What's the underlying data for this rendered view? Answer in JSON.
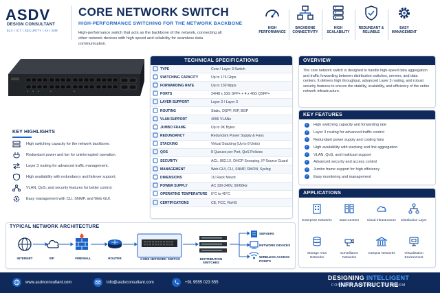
{
  "brand": {
    "logo": "ASDV",
    "name": "DESIGN CONSULTANT",
    "tagline": "ELV | ICT | SECURITY | AV | BIM"
  },
  "header": {
    "title": "CORE NETWORK SWITCH",
    "subtitle": "HIGH-PERFORMANCE SWITCHING FOR THE NETWORK BACKBONE",
    "intro": "High-performance switch that acts as the backbone of the network, connecting all other network devices with high speed and reliability for seamless data communication.",
    "features": [
      {
        "icon": "speedometer-icon",
        "label": "HIGH PERFORMANCE"
      },
      {
        "icon": "network-nodes-icon",
        "label": "BACKBONE CONNECTIVITY"
      },
      {
        "icon": "server-stack-icon",
        "label": "HIGH SCALABILITY"
      },
      {
        "icon": "shield-check-icon",
        "label": "REDUNDANT & RELIABLE"
      },
      {
        "icon": "gear-icon",
        "label": "EASY MANAGEMENT"
      }
    ]
  },
  "key_highlights": {
    "title": "KEY HIGHLIGHTS",
    "items": [
      "High switching capacity for the network backbone.",
      "Redundant power and fan for uninterrupted operation.",
      "Layer 3 routing for advanced traffic management.",
      "High availability with redundancy and failover support.",
      "VLAN, QoS, and security features for better control.",
      "Easy management with CLI, SNMP, and Web GUI."
    ]
  },
  "specs": {
    "title": "TECHNICAL SPECIFICATIONS",
    "rows": [
      {
        "k": "TYPE",
        "v": "Core / Layer 3 Switch"
      },
      {
        "k": "SWITCHING CAPACITY",
        "v": "Up to 176 Gbps"
      },
      {
        "k": "FORWARDING RATE",
        "v": "Up to 130 Mpps"
      },
      {
        "k": "PORTS",
        "v": "24/48 x 10G SFP+ + 4 x 40G QSFP+"
      },
      {
        "k": "LAYER SUPPORT",
        "v": "Layer 2 / Layer 3"
      },
      {
        "k": "ROUTING",
        "v": "Static, OSPF, RIP, BGP"
      },
      {
        "k": "VLAN SUPPORT",
        "v": "4096 VLANs"
      },
      {
        "k": "JUMBO FRAME",
        "v": "Up to 9K Bytes"
      },
      {
        "k": "REDUNDANCY",
        "v": "Redundant Power Supply & Fans"
      },
      {
        "k": "STACKING",
        "v": "Virtual Stacking (Up to 8 Units)"
      },
      {
        "k": "QOS",
        "v": "8 Queues per Port, QoS Policies"
      },
      {
        "k": "SECURITY",
        "v": "ACL, 802.1X, DHCP Snooping, IP Source Guard"
      },
      {
        "k": "MANAGEMENT",
        "v": "Web GUI, CLI, SNMP, RMON, Syslog"
      },
      {
        "k": "DIMENSIONS",
        "v": "1U Rack Mount"
      },
      {
        "k": "POWER SUPPLY",
        "v": "AC 100-240V, 50/60Hz"
      },
      {
        "k": "OPERATING TEMPERATURE",
        "v": "0°C to 45°C"
      },
      {
        "k": "CERTIFICATIONS",
        "v": "CE, FCC, RoHS"
      }
    ]
  },
  "overview": {
    "title": "OVERVIEW",
    "text": "The core network switch is designed to handle high-speed data aggregation and traffic forwarding between distribution switches, servers, and data centers. It delivers high throughput, advanced Layer 3 routing, and robust security features to ensure the stability, scalability, and efficiency of the entire network infrastructure."
  },
  "key_features": {
    "title": "KEY FEATURES",
    "items": [
      "High switching capacity and forwarding rate",
      "Layer 3 routing for advanced traffic control",
      "Redundant power supply and cooling fans",
      "High availability with stacking and link aggregation",
      "VLAN, QoS, and multicast support",
      "Advanced security and access control",
      "Jumbo frame support for high efficiency",
      "Easy monitoring and management"
    ]
  },
  "applications": {
    "title": "APPLICATIONS",
    "items": [
      {
        "icon": "building-icon",
        "label": "Enterprise Networks"
      },
      {
        "icon": "data-center-icon",
        "label": "Data Centers"
      },
      {
        "icon": "cloud-icon",
        "label": "Cloud Infrastructure"
      },
      {
        "icon": "hierarchy-icon",
        "label": "Distribution Layer"
      },
      {
        "icon": "database-icon",
        "label": "Storage Area Networks"
      },
      {
        "icon": "camera-icon",
        "label": "Surveillance Networks"
      },
      {
        "icon": "campus-icon",
        "label": "Campus Networks"
      },
      {
        "icon": "virtual-server-icon",
        "label": "Virtualization Environment"
      }
    ]
  },
  "architecture": {
    "title": "TYPICAL NETWORK ARCHITECTURE",
    "nodes": {
      "internet": "INTERNET",
      "isp": "ISP",
      "firewall": "FIREWALL",
      "router": "ROUTER",
      "core": "CORE NETWORK SWITCH",
      "distribution": "DISTRIBUTION SWITCHES",
      "servers": "SERVERS",
      "network_devices": "NETWORK DEVICES",
      "wireless": "WIRELESS ACCESS POINTS"
    }
  },
  "footer": {
    "website": "www.asdvconsultant.com",
    "email": "info@asdvconsultant.com",
    "phone": "+91 9555 023 555",
    "slogan_prefix": "DESIGNING ",
    "slogan_highlight": "INTELLIGENT",
    "slogan_suffix": " INFRASTRUCTURE",
    "slogan_sub": "CONNECT | PROTECT | PERFORM"
  },
  "colors": {
    "navy": "#0f2a5a",
    "accent": "#1c63c6",
    "footer_bg": "#0f2a5a"
  }
}
